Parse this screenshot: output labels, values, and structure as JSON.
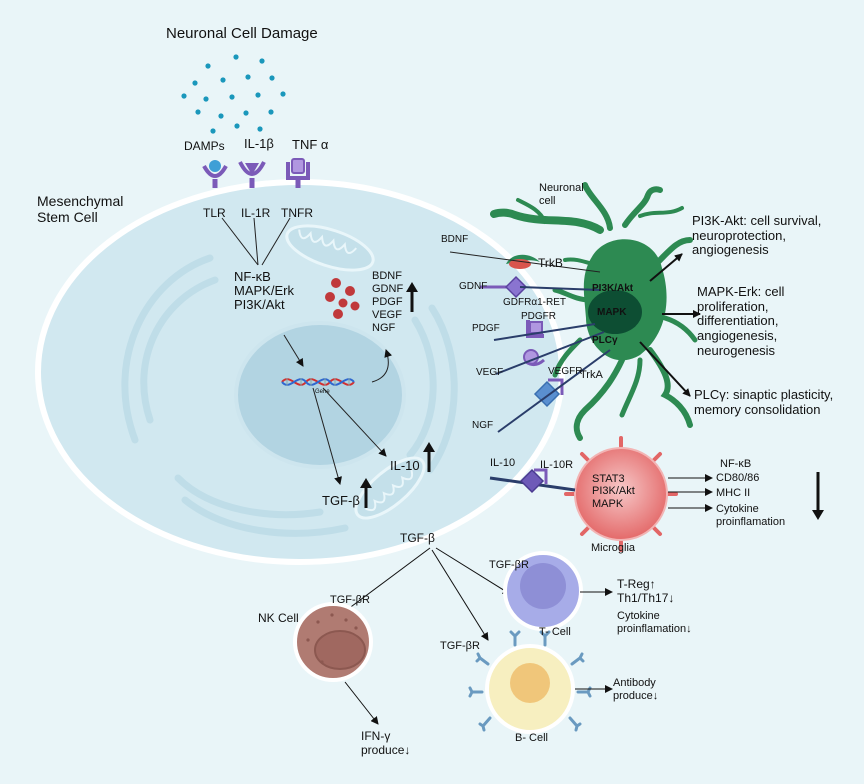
{
  "title": "Neuronal Cell Damage",
  "ligands": {
    "damps": "DAMPs",
    "il1b": "IL-1β",
    "tnfa": "TNF α"
  },
  "receptors": {
    "tlr": "TLR",
    "il1r": "IL-1R",
    "tnfr": "TNFR"
  },
  "msc": {
    "label": "Mesenchymal\nStem Cell",
    "pathways": "NF-κB\nMAPK/Erk\nPI3K/Akt",
    "growth_factors": "BDNF\nGDNF\nPDGF\nVEGF\nNGF",
    "gene": "Gene",
    "il10": "IL-10",
    "tgfb": "TGF-β",
    "tgfb_bottom": "TGF-β"
  },
  "neuron": {
    "label": "Neuronal\ncell",
    "pi3k": "PI3K/Akt",
    "mapk": "MAPK",
    "plcg": "PLCγ",
    "left_labels": {
      "bdnf": "BDNF",
      "gdnf": "GDNF",
      "pdgf": "PDGF",
      "vegf": "VEGF",
      "ngf": "NGF"
    },
    "receptors": {
      "trkb": "TrkB",
      "gdnf_r": "GDFRα1-RET",
      "pdgfr": "PDGFR",
      "vegfr": "VEGFR",
      "trka": "TrkA"
    },
    "outcomes": {
      "pi3k": "PI3K-Akt: cell survival,\nneuroprotection,\nangiogenesis",
      "mapk": "MAPK-Erk: cell\nproliferation,\ndifferentiation,\nangiogenesis,\nneurogenesis",
      "plcg": "PLCγ: sinaptic plasticity,\nmemory consolidation"
    }
  },
  "microglia": {
    "il10": "IL-10",
    "il10r": "IL-10R",
    "pathways": "STAT3\nPI3K/Akt\nMAPK",
    "label": "Microglia",
    "markers": [
      "NF-κB",
      "CD80/86",
      "MHC II",
      "Cytokine\nproinflamation"
    ]
  },
  "tcell": {
    "receptor": "TGF-βR",
    "label": "T- Cell",
    "treg": "T-Reg↑",
    "th": "Th1/Th17↓",
    "cytokine": "Cytokine\nproinflamation↓"
  },
  "nkcell": {
    "receptor": "TGF-βR",
    "label": "NK Cell",
    "ifn": "IFN-γ\nproduce↓"
  },
  "bcell": {
    "receptor": "TGF-βR",
    "label": "B- Cell",
    "antibody": "Antibody\nproduce↓"
  },
  "colors": {
    "background": "#e9f5f8",
    "msc_fill": "#d1e8f0",
    "msc_stroke": "#ffffff",
    "nucleus_fill": "#b2d4e2",
    "neuron_fill": "#2d8a52",
    "neuron_core": "#0d4e33",
    "microglia_fill": "#e26666",
    "tcell_fill": "#a7ace8",
    "nkcell_fill": "#b07b72",
    "bcell_fill": "#f7efc0",
    "receptor_purple": "#7b5ab8",
    "receptor_blue": "#5a8fd0",
    "dna_red": "#d23030",
    "dna_blue": "#2f68d0",
    "dots": "#1a97bb"
  }
}
